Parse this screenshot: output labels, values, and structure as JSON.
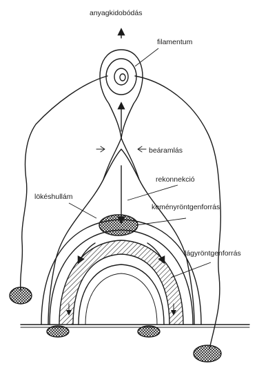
{
  "labels": {
    "ejection": "anyagkidobódás",
    "filament": "filamentum",
    "inflow": "beáramlás",
    "reconnection": "rekonnekció",
    "shock": "lökéshullám",
    "hard_xray": "keményröntgenforrás",
    "soft_xray": "lágyröntgenforrás"
  }
}
